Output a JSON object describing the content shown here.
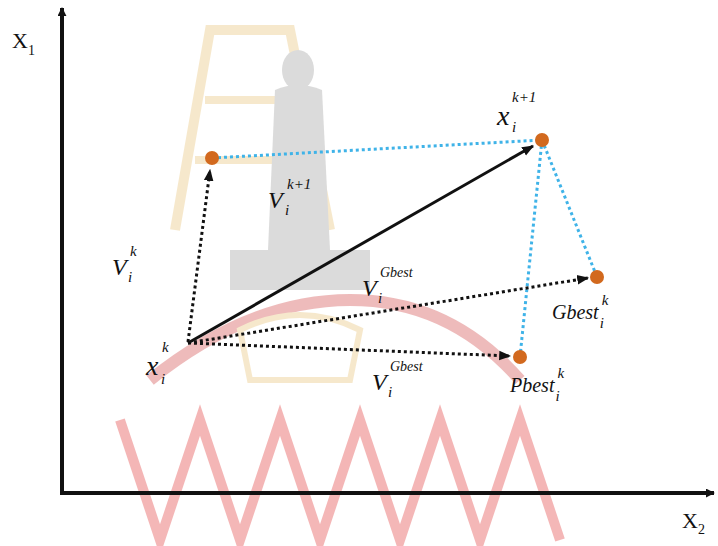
{
  "diagram": {
    "labels": [
      "X",
      "1",
      "X",
      "2",
      "x",
      "i",
      "k",
      "x",
      "i",
      "k+1",
      "V",
      "i",
      "k",
      "V",
      "i",
      "k+1",
      "V",
      "i",
      "Gbest",
      "V",
      "i",
      "Gbest",
      "Gbest",
      "i",
      "k",
      "Pbest",
      "i",
      "k"
    ]
  }
}
